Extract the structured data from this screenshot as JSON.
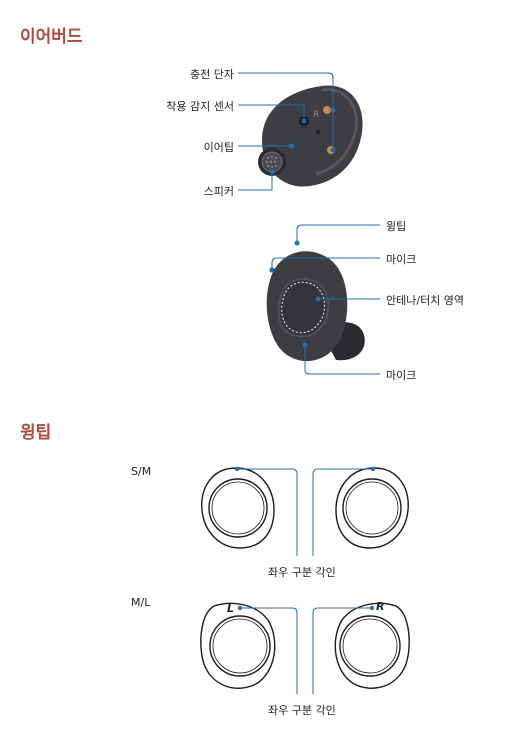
{
  "sections": {
    "earbud_title": "이어버드",
    "wingtip_title": "윙팁"
  },
  "earbud_labels": {
    "charging_terminal": "충전 단자",
    "wear_sensor": "착용 감지 센서",
    "eartip": "이어팁",
    "speaker": "스피커",
    "wingtip": "윙팁",
    "mic_top": "마이크",
    "antenna_touch": "안테나/터치 영역",
    "mic_bottom": "마이크"
  },
  "wingtip_labels": {
    "size_sm": "S/M",
    "size_ml": "M/L",
    "lr_mark_1": "좌우 구분 각인",
    "lr_mark_2": "좌우 구분 각인",
    "left_letter": "L",
    "right_letter": "R"
  },
  "colors": {
    "title": "#b04a3c",
    "callout": "#1e6fb5",
    "bud_body": "#3d3e44",
    "bud_shadow": "#2a2b2f",
    "contact": "#c98a4a"
  }
}
